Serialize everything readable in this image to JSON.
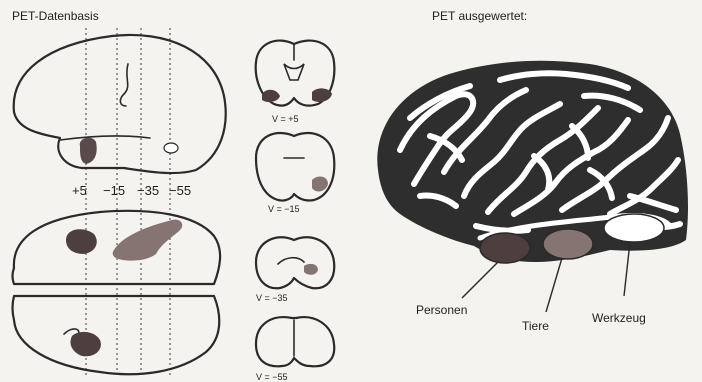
{
  "left_panel": {
    "title": "PET-Datenbasis",
    "slice_positions": [
      "+5",
      "−15",
      "−35",
      "−55"
    ],
    "coronal_labels": [
      "V = +5",
      "V = −15",
      "V = −35",
      "V = −55"
    ]
  },
  "right_panel": {
    "title": "PET ausgewertet:",
    "regions": [
      "Personen",
      "Tiere",
      "Werkzeug"
    ]
  },
  "colors": {
    "background": "#f4f3ef",
    "dark_region": "#4d3f3e",
    "mid_region": "#857472",
    "light_region": "#ffffff",
    "ink": "#2a2a2a"
  }
}
